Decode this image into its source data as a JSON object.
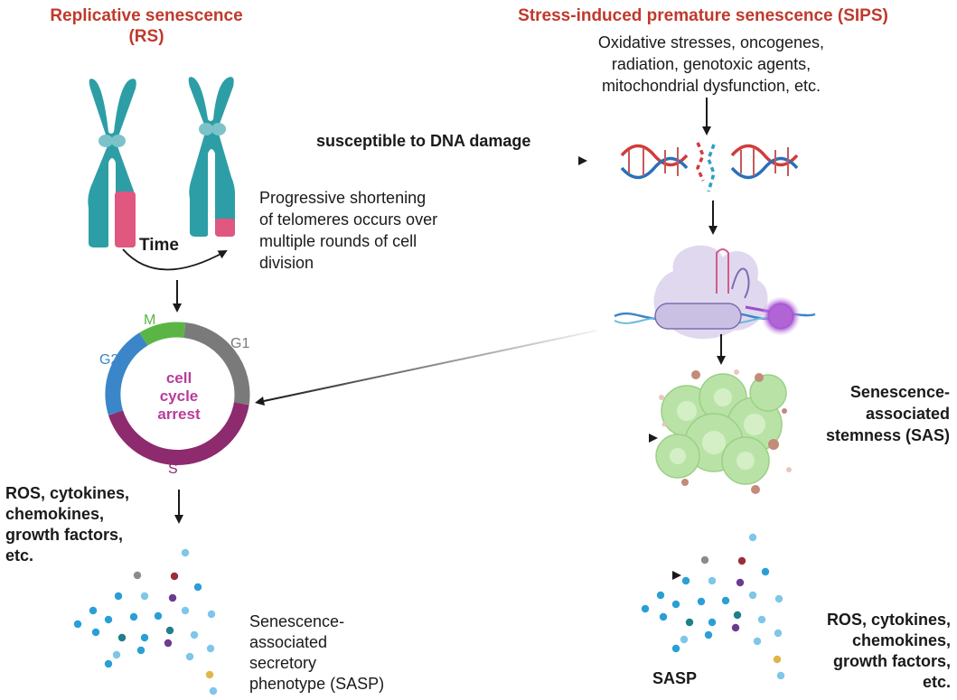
{
  "headings": {
    "rs_line1": "Replicative senescence",
    "rs_line2": "(RS)",
    "sips": "Stress-induced premature senescence (SIPS)"
  },
  "stressors": {
    "line1": "Oxidative stresses, oncogenes,",
    "line2": "radiation, genotoxic agents,",
    "line3": "mitochondrial dysfunction, etc."
  },
  "time_label": "Time",
  "dna_damage_label": "susceptible to DNA damage",
  "telomere_text": {
    "line1": "Progressive shortening",
    "line2": "of telomeres occurs over",
    "line3": "multiple rounds of cell",
    "line4": "division"
  },
  "cell_cycle": {
    "phases": {
      "m": "M",
      "g1": "G1",
      "g2": "G2",
      "s": "S"
    },
    "center_line1": "cell",
    "center_line2": "cycle",
    "center_line3": "arrest",
    "colors": {
      "m": "#5bb545",
      "g1": "#7a7a7a",
      "g2": "#3a86c8",
      "s": "#8e2a6e",
      "center": "#b83c9b"
    }
  },
  "sas": {
    "line1": "Senescence-",
    "line2": "associated",
    "line3": "stemness (SAS)"
  },
  "left_factors": {
    "line1": "ROS, cytokines,",
    "line2": "chemokines,",
    "line3": "growth factors,",
    "line4": "etc."
  },
  "sasp_left": {
    "line1": "Senescence-",
    "line2": "associated",
    "line3": "secretory",
    "line4": "phenotype (SASP)"
  },
  "sasp_right_label": "SASP",
  "right_factors": {
    "line1": "ROS, cytokines,",
    "line2": "chemokines,",
    "line3": "growth factors,",
    "line4": "etc."
  },
  "colors": {
    "heading_red": "#c0392b",
    "chromosome": "#2d9ea5",
    "telomere": "#e05780",
    "dna_red": "#d23a3a",
    "dna_blue": "#2a70b8"
  }
}
